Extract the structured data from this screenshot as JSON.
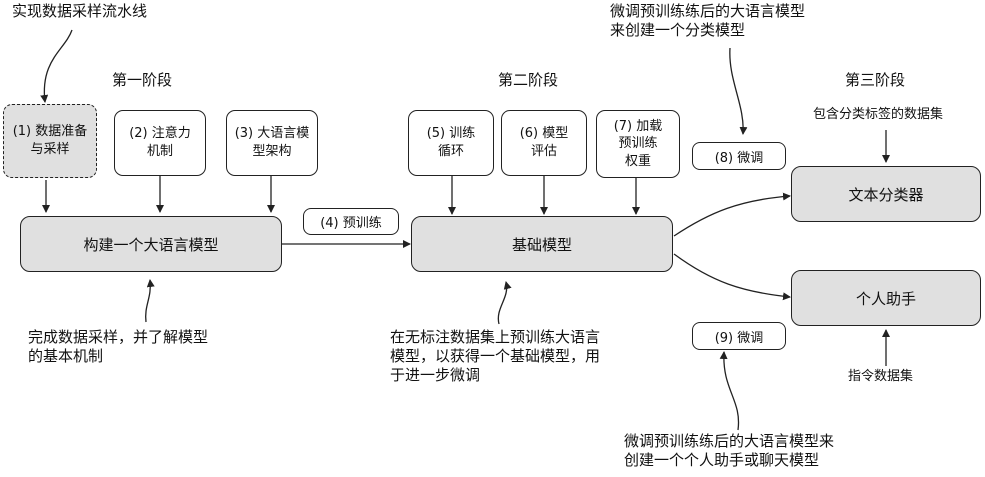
{
  "top_note": "实现数据采样流水线",
  "stages": {
    "stage1": "第一阶段",
    "stage2": "第二阶段",
    "stage3": "第三阶段"
  },
  "stage1_steps": {
    "s1": [
      "(1) 数据准备",
      "与采样"
    ],
    "s2": [
      "(2) 注意力",
      "机制"
    ],
    "s3": [
      "(3) 大语言模",
      "型架构"
    ]
  },
  "build_llm": "构建一个大语言模型",
  "pretrain_label": "(4) 预训练",
  "stage2_steps": {
    "s5": [
      "(5) 训练",
      "循环"
    ],
    "s6": [
      "(6) 模型",
      "评估"
    ],
    "s7": [
      "(7) 加载",
      "预训练",
      "权重"
    ]
  },
  "foundation_model": "基础模型",
  "finetune8": "(8) 微调",
  "finetune9": "(9) 微调",
  "text_classifier": "文本分类器",
  "personal_assistant": "个人助手",
  "labeled_dataset": "包含分类标签的数据集",
  "instruction_dataset": "指令数据集",
  "note_stage1": [
    "完成数据采样，并了解模型",
    "的基本机制"
  ],
  "note_stage2": [
    "在无标注数据集上预训练大语言",
    "模型，以获得一个基础模型，用",
    "于进一步微调"
  ],
  "note_classifier": [
    "微调预训练练后的大语言模型",
    "来创建一个分类模型"
  ],
  "note_assistant": [
    "微调预训练练后的大语言模型来",
    "创建一个个人助手或聊天模型"
  ]
}
